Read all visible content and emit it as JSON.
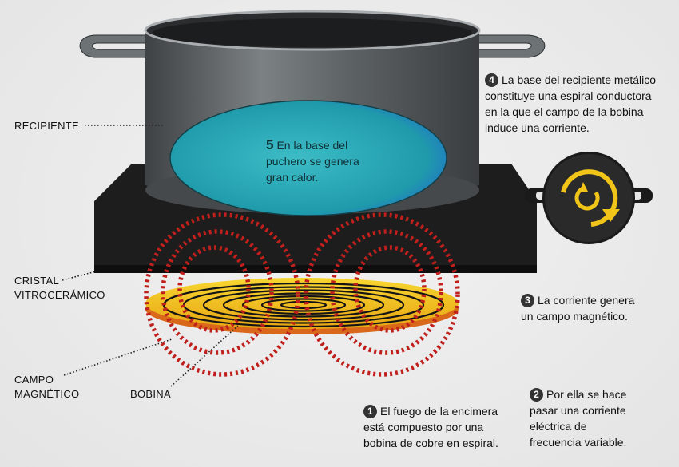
{
  "labels": {
    "recipiente": "RECIPIENTE",
    "cristal_line1": "CRISTAL",
    "cristal_line2": "VITROCERÁMICO",
    "campo_line1": "CAMPO",
    "campo_line2": "MAGNÉTICO",
    "bobina": "BOBINA"
  },
  "steps": [
    {
      "number": "1",
      "lines": [
        "El fuego de la encimera",
        "está compuesto por una",
        "bobina de cobre en espiral."
      ]
    },
    {
      "number": "2",
      "lines": [
        "Por ella se hace",
        "pasar una corriente",
        "eléctrica de",
        "frecuencia variable."
      ]
    },
    {
      "number": "3",
      "lines": [
        "La corriente genera",
        "un campo magnético."
      ]
    },
    {
      "number": "4",
      "lines": [
        "La base del recipiente metálico",
        "constituye una espiral conductora",
        "en la que el campo de la bobina",
        "induce una corriente."
      ]
    },
    {
      "number": "5",
      "lines": [
        "En la base del",
        "puchero se genera",
        "gran calor."
      ]
    }
  ],
  "colors": {
    "background": "#ebebeb",
    "pot": "#5a5e60",
    "cooktop": "#1d1d1d",
    "heat_spot": "#2aa6b4",
    "coil": "#f2c21a",
    "magnetic_field": "#c0201c",
    "current_icon": "#f0c419"
  },
  "icons": {
    "current": "circular-arrow-icon"
  }
}
